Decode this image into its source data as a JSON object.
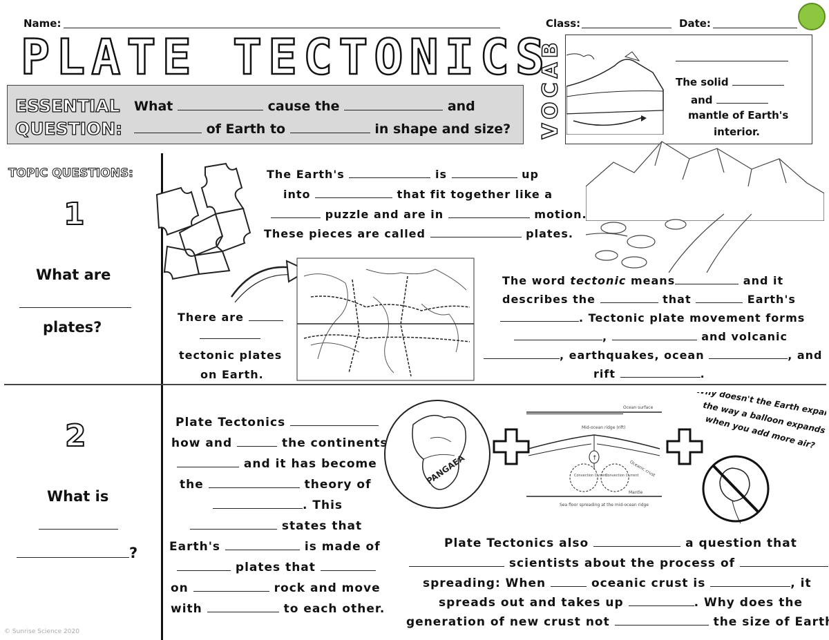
{
  "header": {
    "name_label": "Name:",
    "class_label": "Class:",
    "date_label": "Date:",
    "title": "PLATE TECTONICS"
  },
  "essential_question": {
    "label_line1": "ESSENTIAL",
    "label_line2": "QUESTION:",
    "line1": [
      "What",
      "cause the",
      "and"
    ],
    "line2": [
      "of Earth to",
      "in shape and size?"
    ]
  },
  "vocab": {
    "label": "VOCAB",
    "lines": [
      "The solid",
      "and",
      "mantle of Earth's",
      "interior."
    ]
  },
  "topic_questions_label": "TOPIC QUESTIONS:",
  "q1": {
    "number": "1",
    "question_top": "What are",
    "question_bottom": "plates?",
    "para1": [
      [
        "The Earth's",
        "is",
        "up"
      ],
      [
        "into",
        "that fit together like a"
      ],
      [
        "puzzle and are in",
        "motion."
      ],
      [
        "These pieces are called",
        "plates."
      ]
    ],
    "count": [
      [
        "There are"
      ],
      [
        "tectonic plates"
      ],
      [
        "on Earth."
      ]
    ],
    "tectonic": {
      "line1_pre": "The word",
      "line1_em": "tectonic",
      "line1_post": "means",
      "line1_end": "and it",
      "line2": [
        "describes the",
        "that",
        "Earth's"
      ],
      "line3": [
        ". Tectonic plate movement forms"
      ],
      "line4": [
        ",",
        "and volcanic"
      ],
      "line5": [
        ", earthquakes, ocean",
        ", and"
      ],
      "line6": [
        "rift",
        "."
      ]
    }
  },
  "q2": {
    "number": "2",
    "question_top": "What is",
    "question_mark": "?",
    "left_para": [
      [
        "Plate Tectonics"
      ],
      [
        "how and",
        "the continents"
      ],
      [
        "and it has become"
      ],
      [
        "the",
        "theory of"
      ],
      [
        ". This"
      ],
      [
        "states that"
      ],
      [
        "Earth's",
        "is made of"
      ],
      [
        "plates that"
      ],
      [
        "on",
        "rock and move"
      ],
      [
        "with",
        "to each other."
      ]
    ],
    "balloon_text": [
      "Why doesn't the Earth expand",
      "the way a balloon expands",
      "when you add more air?"
    ],
    "pangaea_label": "PANGAEA",
    "ridge": {
      "ocean_surface": "Ocean surface",
      "mid_ocean_ridge": "Mid-ocean ridge (rift)",
      "oceanic_crust": "Oceanic crust",
      "convection_current_l": "Convection Current",
      "convection_current_r": "Convection Current",
      "mantle": "Mantle",
      "caption": "Sea floor spreading at the mid-ocean ridge"
    },
    "bottom_para": [
      [
        "Plate Tectonics also",
        "a question that"
      ],
      [
        "scientists about the process of"
      ],
      [
        "spreading: When",
        "oceanic crust is",
        ", it"
      ],
      [
        "spreads out and takes up",
        ". Why does the"
      ],
      [
        "generation of new crust not",
        "the size of Earth?"
      ]
    ]
  },
  "copyright": "© Sunrise Science 2020"
}
